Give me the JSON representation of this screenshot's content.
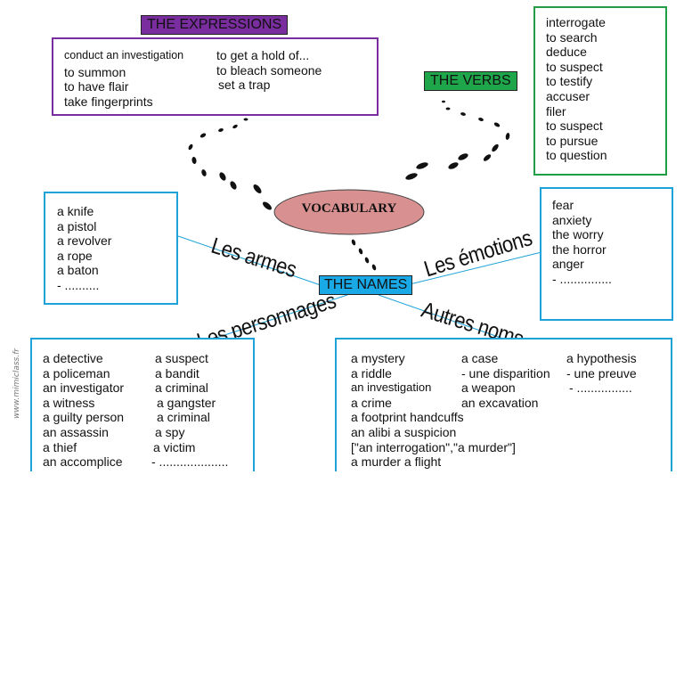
{
  "center": {
    "label": "VOCABULARY"
  },
  "names_tag": "THE NAMES",
  "expressions": {
    "title": "THE EXPRESSIONS",
    "left": [
      "conduct an investigation",
      "to summon",
      "to have flair",
      "take fingerprints"
    ],
    "right": [
      "to get a hold of...",
      "to bleach someone",
      "set a trap"
    ]
  },
  "verbs": {
    "title": "THE VERBS",
    "items": [
      "interrogate",
      "to search",
      "deduce",
      "to suspect",
      "to testify",
      "accuser",
      "filer",
      "to suspect",
      "to pursue",
      "to question"
    ]
  },
  "weapons": {
    "label": "Les armes",
    "items": [
      "a knife",
      "a pistol",
      "a revolver",
      "a rope",
      "a baton",
      "- .........."
    ]
  },
  "emotions": {
    "label": "Les émotions",
    "items": [
      "fear",
      "anxiety",
      "the worry",
      "the horror",
      "anger",
      "- ..............."
    ]
  },
  "characters": {
    "label": "Les personnages",
    "left": [
      "a detective",
      "a policeman",
      "an investigator",
      "a witness",
      "a guilty person",
      "an assassin",
      "a thief",
      "an accomplice"
    ],
    "right": [
      "a suspect",
      "a bandit",
      "a criminal",
      "a gangster",
      "a criminal",
      "a spy",
      "a victim",
      "- ...................."
    ]
  },
  "other_names": {
    "label": "Autres noms",
    "col1": [
      "a mystery",
      "a riddle",
      "an investigation",
      "a crime",
      "a footprint handcuffs",
      "an alibi a suspicion",
      "[\"an interrogation\",\"a murder\"]",
      "a murder a flight"
    ],
    "col2": [
      "a case",
      "- une disparition",
      "a weapon",
      "an excavation"
    ],
    "col3": [
      "a hypothesis",
      "- une preuve",
      "- ................"
    ]
  },
  "credit": "www.mimiclass.fr",
  "colors": {
    "blue": "#1ea3d8",
    "purple": "#7a2d9e",
    "green": "#1f9e46",
    "center_fill": "#d99090",
    "names_fill": "#19a9e6"
  },
  "icons": [
    "footprints-icon"
  ]
}
